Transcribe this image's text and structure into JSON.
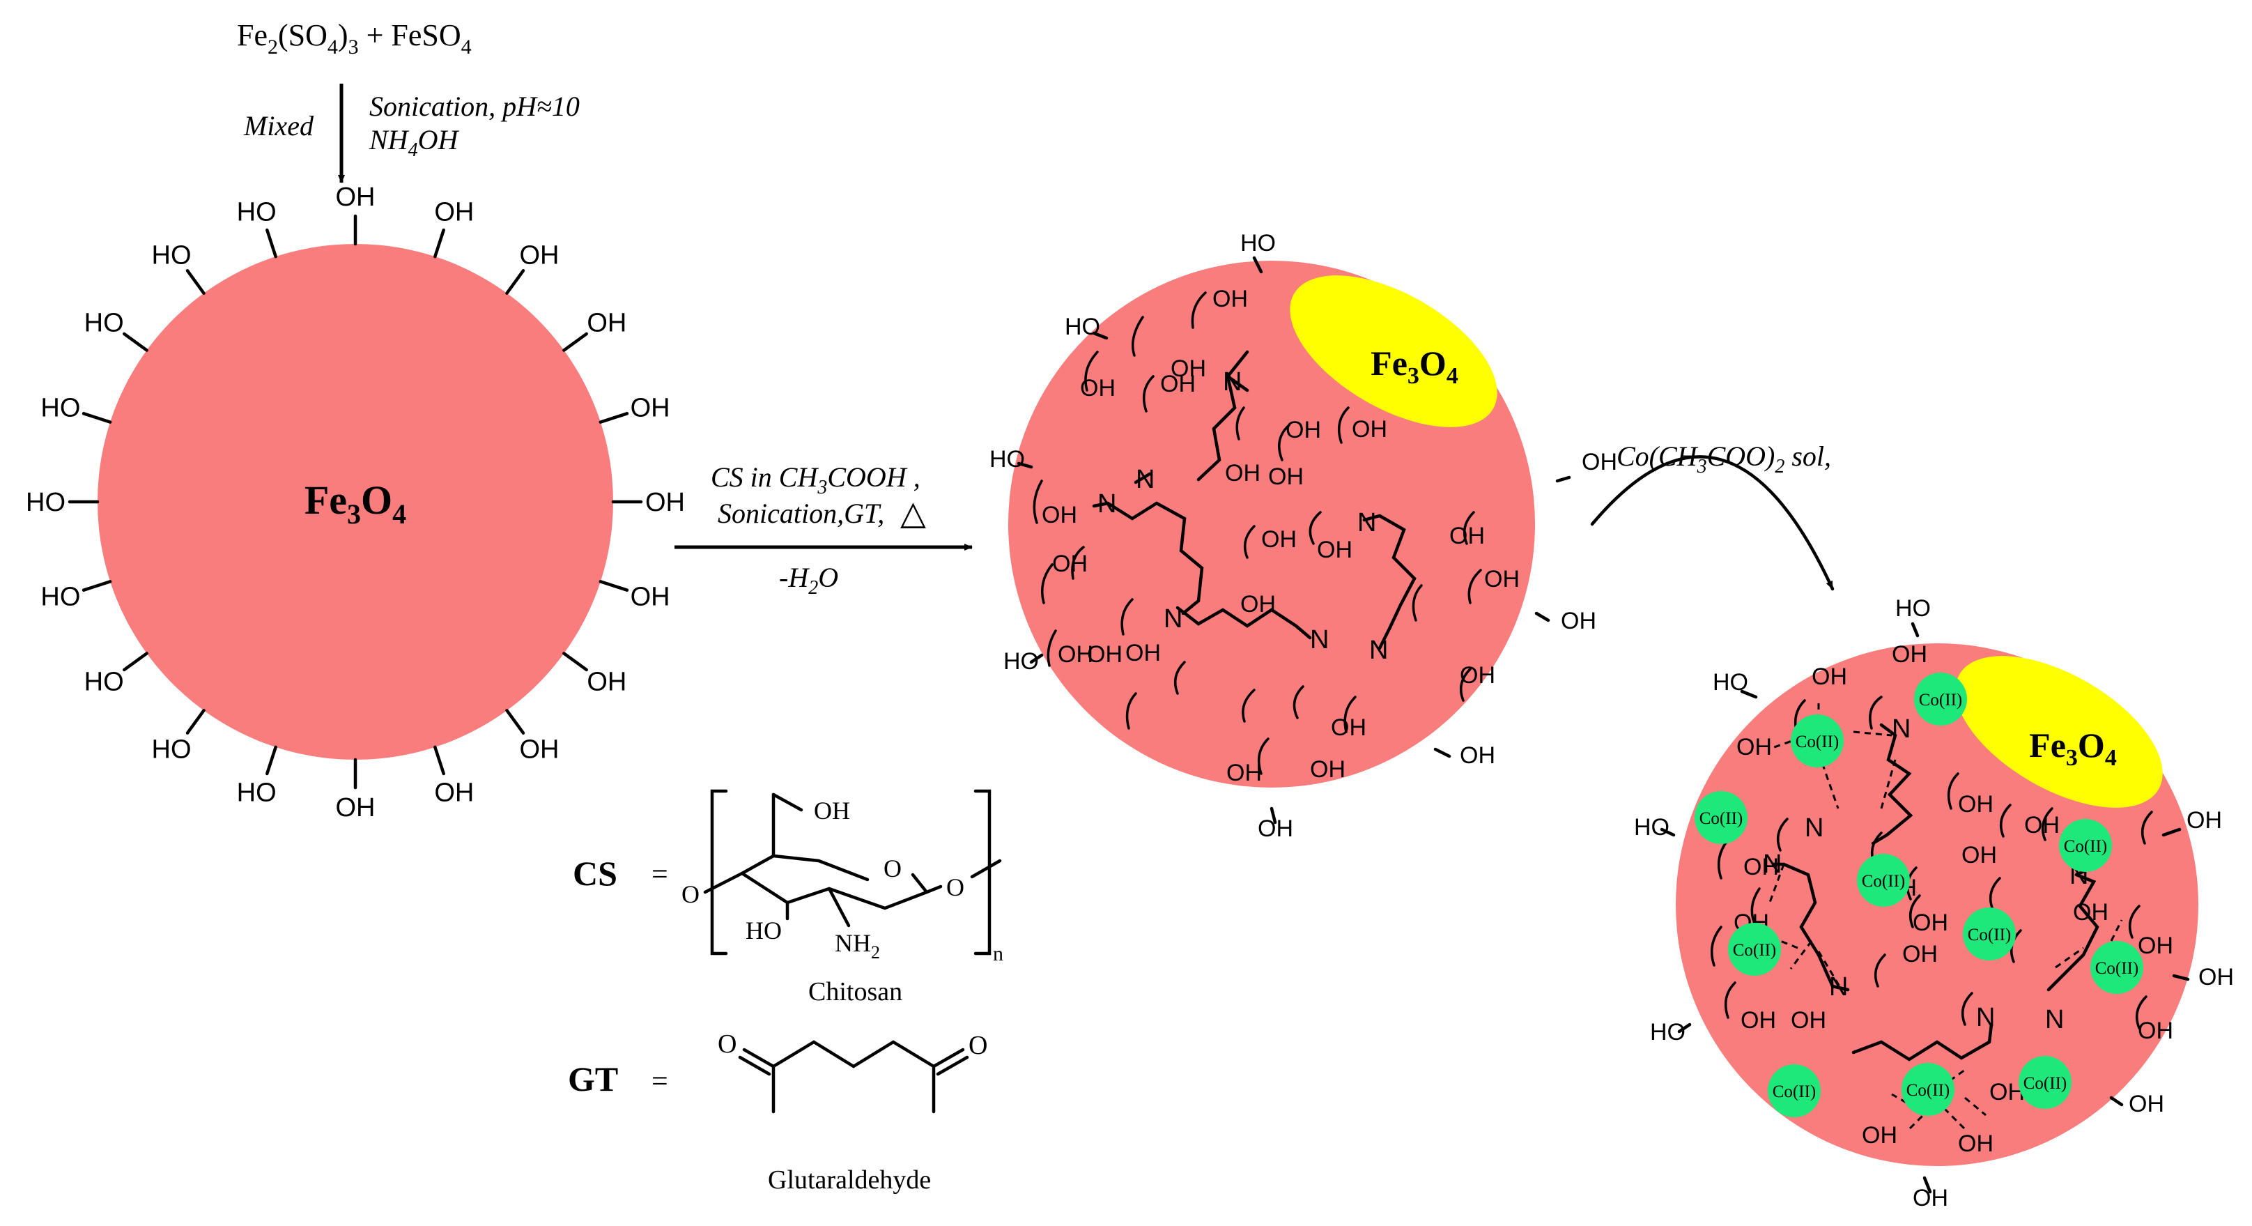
{
  "colors": {
    "particle": "#f97d7d",
    "magnetite_cap": "#ffff00",
    "cobalt": "#1ee87a"
  },
  "step1": {
    "reactants": [
      "Fe",
      "2",
      "(SO",
      "4",
      ")",
      "3",
      " + FeSO",
      "4"
    ],
    "left_label": "Mixed",
    "conditions_line1": "Sonication, pH≈10",
    "conditions_line2": [
      "NH",
      "4",
      "OH"
    ]
  },
  "core": {
    "label": [
      "Fe",
      "3",
      "O",
      "4"
    ],
    "surface_group": "OH"
  },
  "step2": {
    "line1": [
      "CS in CH",
      "3",
      "COOH ,"
    ],
    "line2": "Sonication,GT,",
    "heat_symbol": "△",
    "below": [
      "-H",
      "2",
      "O"
    ]
  },
  "step3": {
    "reagent": [
      "Co(CH",
      "3",
      "COO)",
      "2",
      " sol,"
    ]
  },
  "cobalt_label": "Co(II)",
  "amine_label": "N",
  "legend": {
    "cs_abbr": "CS",
    "gt_abbr": "GT",
    "equals": "=",
    "chitosan_name": "Chitosan",
    "glutaraldehyde_name": "Glutaraldehyde",
    "chitosan_atoms": {
      "oh": "OH",
      "ho": "HO",
      "nh2": [
        "NH",
        "2"
      ],
      "ring_o": "O",
      "o_left": "O",
      "o_right": "O",
      "repeat": "n"
    },
    "gt_atoms": {
      "o_left": "O",
      "o_right": "O"
    }
  }
}
